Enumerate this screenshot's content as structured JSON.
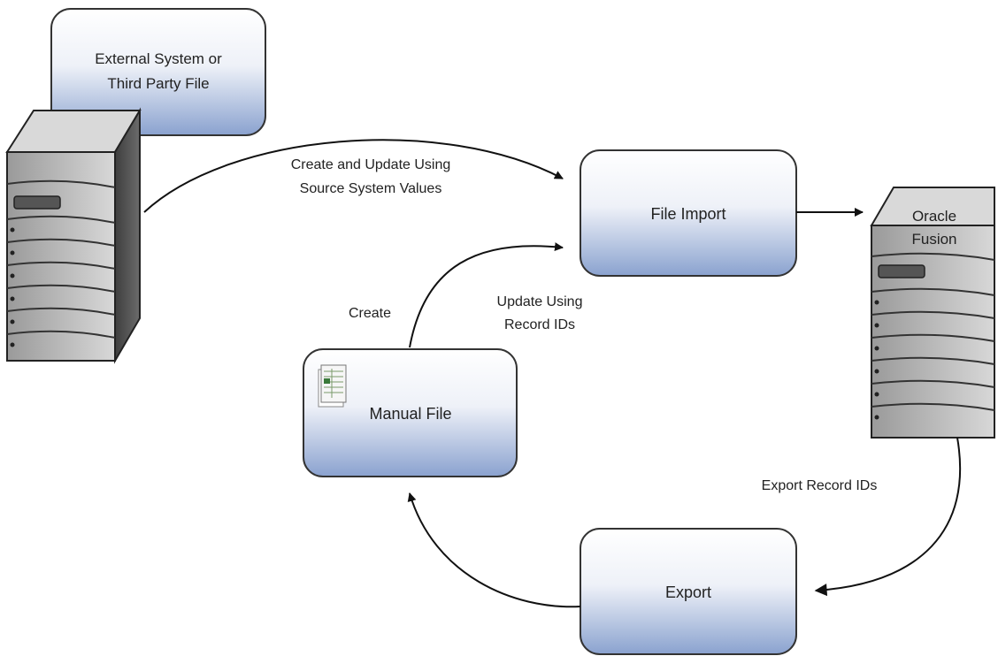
{
  "nodes": {
    "external": {
      "line1": "External System or",
      "line2": "Third Party File"
    },
    "file_import": {
      "label": "File Import"
    },
    "manual_file": {
      "label": "Manual File"
    },
    "export": {
      "label": "Export"
    },
    "oracle": {
      "line1": "Oracle",
      "line2": "Fusion"
    }
  },
  "edges": {
    "create_update_line1": "Create and Update Using",
    "create_update_line2": "Source System Values",
    "create": "Create",
    "update_line1": "Update Using",
    "update_line2": "Record IDs",
    "export_ids": "Export Record IDs"
  },
  "colors": {
    "box_top": "#ffffff",
    "box_bottom": "#8aa2cf",
    "box_border": "#333333",
    "server_dark": "#4a4a4a",
    "server_light": "#e6e6e6"
  }
}
